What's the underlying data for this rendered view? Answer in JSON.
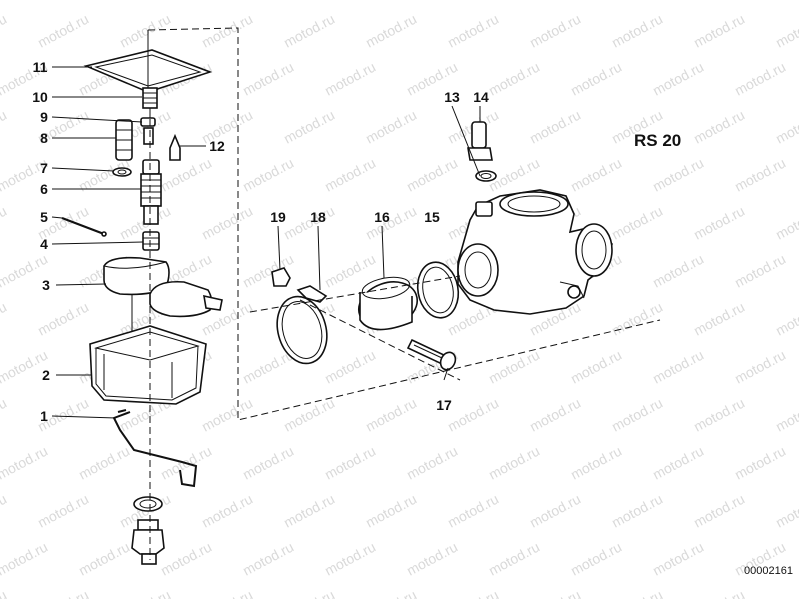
{
  "diagram": {
    "title": "RS 20",
    "image_code": "00002161",
    "watermark": "motod.ru",
    "callouts": [
      {
        "id": "c1",
        "label": "1"
      },
      {
        "id": "c2",
        "label": "2"
      },
      {
        "id": "c3",
        "label": "3"
      },
      {
        "id": "c4",
        "label": "4"
      },
      {
        "id": "c5",
        "label": "5"
      },
      {
        "id": "c6",
        "label": "6"
      },
      {
        "id": "c7",
        "label": "7"
      },
      {
        "id": "c8",
        "label": "8"
      },
      {
        "id": "c9",
        "label": "9"
      },
      {
        "id": "c10",
        "label": "10"
      },
      {
        "id": "c11",
        "label": "11"
      },
      {
        "id": "c12",
        "label": "12"
      },
      {
        "id": "c13",
        "label": "13"
      },
      {
        "id": "c14",
        "label": "14"
      },
      {
        "id": "c15",
        "label": "15"
      },
      {
        "id": "c16",
        "label": "16"
      },
      {
        "id": "c17",
        "label": "17"
      },
      {
        "id": "c18",
        "label": "18"
      },
      {
        "id": "c19",
        "label": "19"
      }
    ]
  }
}
